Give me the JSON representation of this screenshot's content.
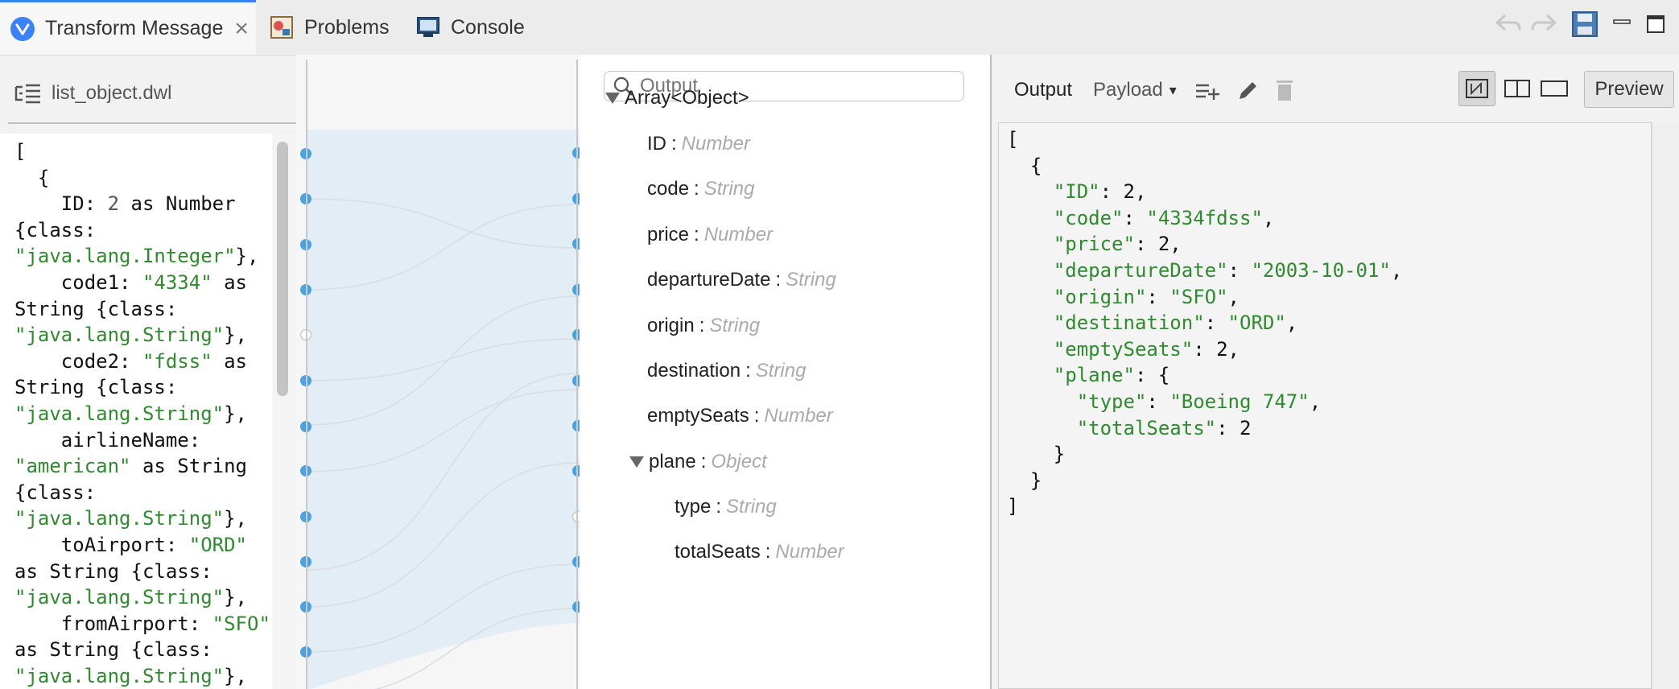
{
  "tabs": [
    {
      "label": "Transform Message",
      "close": "×"
    },
    {
      "label": "Problems"
    },
    {
      "label": "Console"
    }
  ],
  "script": {
    "filename": "list_object.dwl",
    "lines": [
      [
        {
          "t": "["
        }
      ],
      [
        {
          "t": "  {"
        }
      ],
      [
        {
          "t": "    ID: "
        },
        {
          "t": "2",
          "c": "n"
        },
        {
          "t": " as Number"
        }
      ],
      [
        {
          "t": "{class:"
        }
      ],
      [
        {
          "t": "\"java.lang.Integer\"",
          "c": "s"
        },
        {
          "t": "},"
        }
      ],
      [
        {
          "t": "    code1: "
        },
        {
          "t": "\"4334\"",
          "c": "s"
        },
        {
          "t": " as"
        }
      ],
      [
        {
          "t": "String {class:"
        }
      ],
      [
        {
          "t": "\"java.lang.String\"",
          "c": "s"
        },
        {
          "t": "},"
        }
      ],
      [
        {
          "t": "    code2: "
        },
        {
          "t": "\"fdss\"",
          "c": "s"
        },
        {
          "t": " as"
        }
      ],
      [
        {
          "t": "String {class:"
        }
      ],
      [
        {
          "t": "\"java.lang.String\"",
          "c": "s"
        },
        {
          "t": "},"
        }
      ],
      [
        {
          "t": "    airlineName:"
        }
      ],
      [
        {
          "t": "\"american\"",
          "c": "s"
        },
        {
          "t": " as String"
        }
      ],
      [
        {
          "t": "{class:"
        }
      ],
      [
        {
          "t": "\"java.lang.String\"",
          "c": "s"
        },
        {
          "t": "},"
        }
      ],
      [
        {
          "t": "    toAirport: "
        },
        {
          "t": "\"ORD\"",
          "c": "s"
        }
      ],
      [
        {
          "t": "as String {class:"
        }
      ],
      [
        {
          "t": "\"java.lang.String\"",
          "c": "s"
        },
        {
          "t": "},"
        }
      ],
      [
        {
          "t": "    fromAirport: "
        },
        {
          "t": "\"SFO\"",
          "c": "s"
        }
      ],
      [
        {
          "t": "as String {class:"
        }
      ],
      [
        {
          "t": "\"java.lang.String\"",
          "c": "s"
        },
        {
          "t": "},"
        }
      ]
    ]
  },
  "output_search": {
    "placeholder": "Output"
  },
  "tree": [
    {
      "name": "Array<Object>",
      "type": "",
      "level": 0,
      "expander": true
    },
    {
      "name": "ID",
      "type": "Number",
      "level": 1
    },
    {
      "name": "code",
      "type": "String",
      "level": 1
    },
    {
      "name": "price",
      "type": "Number",
      "level": 1
    },
    {
      "name": "departureDate",
      "type": "String",
      "level": 1
    },
    {
      "name": "origin",
      "type": "String",
      "level": 1
    },
    {
      "name": "destination",
      "type": "String",
      "level": 1
    },
    {
      "name": "emptySeats",
      "type": "Number",
      "level": 1
    },
    {
      "name": "plane",
      "type": "Object",
      "level": 1,
      "expander": true
    },
    {
      "name": "type",
      "type": "String",
      "level": 2
    },
    {
      "name": "totalSeats",
      "type": "Number",
      "level": 2
    }
  ],
  "output_header": {
    "label": "Output",
    "payload": "Payload",
    "preview": "Preview"
  },
  "output_preview": {
    "lines": [
      [
        {
          "t": "["
        }
      ],
      [
        {
          "t": "  {"
        }
      ],
      [
        {
          "t": "    "
        },
        {
          "t": "\"ID\"",
          "c": "s"
        },
        {
          "t": ": 2,"
        }
      ],
      [
        {
          "t": "    "
        },
        {
          "t": "\"code\"",
          "c": "s"
        },
        {
          "t": ": "
        },
        {
          "t": "\"4334fdss\"",
          "c": "s"
        },
        {
          "t": ","
        }
      ],
      [
        {
          "t": "    "
        },
        {
          "t": "\"price\"",
          "c": "s"
        },
        {
          "t": ": 2,"
        }
      ],
      [
        {
          "t": "    "
        },
        {
          "t": "\"departureDate\"",
          "c": "s"
        },
        {
          "t": ": "
        },
        {
          "t": "\"2003-10-01\"",
          "c": "s"
        },
        {
          "t": ","
        }
      ],
      [
        {
          "t": "    "
        },
        {
          "t": "\"origin\"",
          "c": "s"
        },
        {
          "t": ": "
        },
        {
          "t": "\"SFO\"",
          "c": "s"
        },
        {
          "t": ","
        }
      ],
      [
        {
          "t": "    "
        },
        {
          "t": "\"destination\"",
          "c": "s"
        },
        {
          "t": ": "
        },
        {
          "t": "\"ORD\"",
          "c": "s"
        },
        {
          "t": ","
        }
      ],
      [
        {
          "t": "    "
        },
        {
          "t": "\"emptySeats\"",
          "c": "s"
        },
        {
          "t": ": 2,"
        }
      ],
      [
        {
          "t": "    "
        },
        {
          "t": "\"plane\"",
          "c": "s"
        },
        {
          "t": ": {"
        }
      ],
      [
        {
          "t": "      "
        },
        {
          "t": "\"type\"",
          "c": "s"
        },
        {
          "t": ": "
        },
        {
          "t": "\"Boeing 747\"",
          "c": "s"
        },
        {
          "t": ","
        }
      ],
      [
        {
          "t": "      "
        },
        {
          "t": "\"totalSeats\"",
          "c": "s"
        },
        {
          "t": ": 2"
        }
      ],
      [
        {
          "t": "    }"
        }
      ],
      [
        {
          "t": "  }"
        }
      ],
      [
        {
          "t": "]"
        }
      ]
    ]
  },
  "colors": {
    "accent": "#3b82f6",
    "dot": "#4aa3df",
    "string": "#2e8b2e",
    "band": "#e3edf5"
  }
}
